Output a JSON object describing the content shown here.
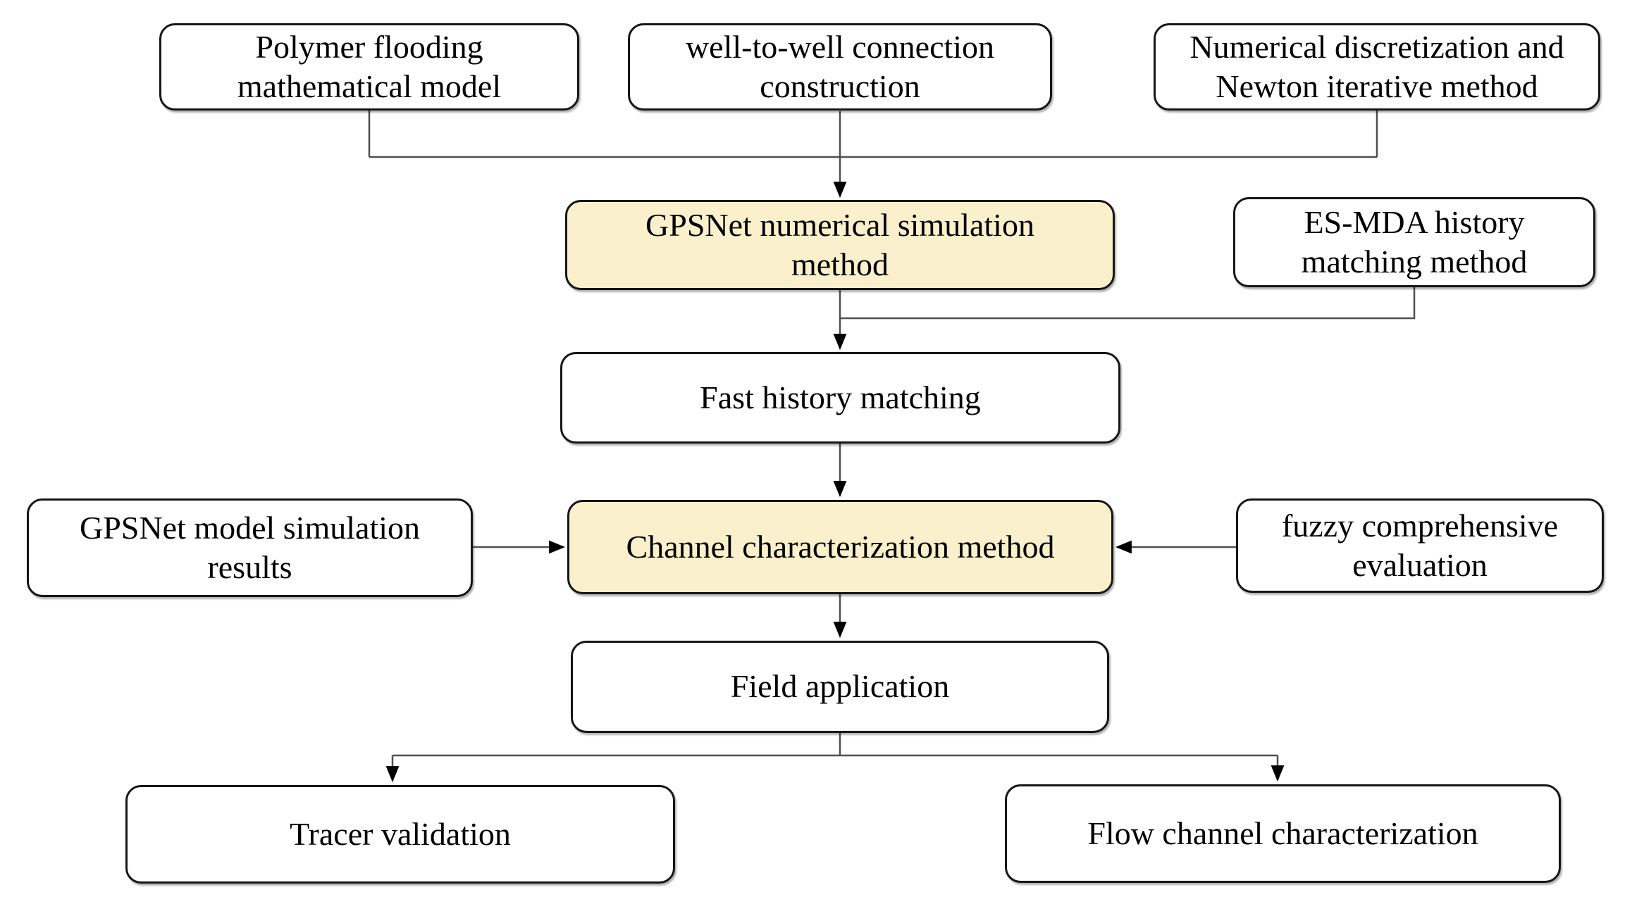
{
  "colors": {
    "background": "#ffffff",
    "box_fill": "#ffffff",
    "highlight_fill": "#faf0cb",
    "box_border": "#161616",
    "connector": "#4f4f4f",
    "arrowhead": "#000000",
    "text": "#000000"
  },
  "diagram": {
    "type": "flowchart",
    "nodes": {
      "polymer": {
        "lines": [
          "Polymer flooding",
          "mathematical model"
        ],
        "highlighted": false
      },
      "well_to_well": {
        "lines": [
          "well-to-well connection",
          "construction"
        ],
        "highlighted": false
      },
      "numerical": {
        "lines": [
          "Numerical discretization and",
          "Newton iterative method"
        ],
        "highlighted": false
      },
      "gpsnet_method": {
        "lines": [
          "GPSNet numerical simulation",
          "method"
        ],
        "highlighted": true
      },
      "esmda": {
        "lines": [
          "ES-MDA history",
          "matching method"
        ],
        "highlighted": false
      },
      "fast_history": {
        "lines": [
          "Fast history matching"
        ],
        "highlighted": false
      },
      "gpsnet_results": {
        "lines": [
          "GPSNet model simulation",
          "results"
        ],
        "highlighted": false
      },
      "channel_method": {
        "lines": [
          "Channel characterization method"
        ],
        "highlighted": true
      },
      "fuzzy": {
        "lines": [
          "fuzzy comprehensive",
          "evaluation"
        ],
        "highlighted": false
      },
      "field": {
        "lines": [
          "Field application"
        ],
        "highlighted": false
      },
      "tracer": {
        "lines": [
          "Tracer validation"
        ],
        "highlighted": false
      },
      "flow_channel": {
        "lines": [
          "Flow channel characterization"
        ],
        "highlighted": false
      }
    },
    "edges": [
      {
        "from": "polymer",
        "to": "gpsnet_method",
        "arrow": true
      },
      {
        "from": "well_to_well",
        "to": "gpsnet_method",
        "arrow": true
      },
      {
        "from": "numerical",
        "to": "gpsnet_method",
        "arrow": true
      },
      {
        "from": "gpsnet_method",
        "to": "fast_history",
        "arrow": true
      },
      {
        "from": "esmda",
        "to": "fast_history",
        "arrow": true
      },
      {
        "from": "fast_history",
        "to": "channel_method",
        "arrow": true
      },
      {
        "from": "gpsnet_results",
        "to": "channel_method",
        "arrow": true
      },
      {
        "from": "fuzzy",
        "to": "channel_method",
        "arrow": true
      },
      {
        "from": "channel_method",
        "to": "field",
        "arrow": true
      },
      {
        "from": "field",
        "to": "tracer",
        "arrow": true
      },
      {
        "from": "field",
        "to": "flow_channel",
        "arrow": true
      }
    ]
  }
}
